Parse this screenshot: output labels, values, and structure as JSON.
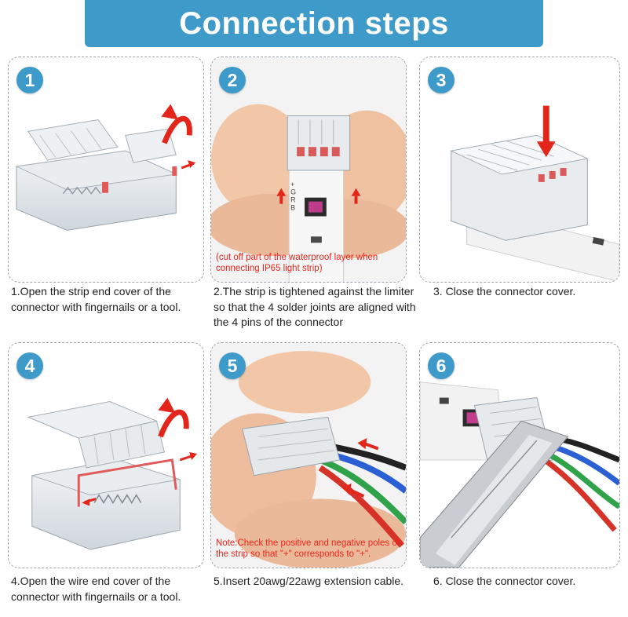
{
  "header": {
    "title": "Connection steps"
  },
  "steps": [
    {
      "number": "1",
      "caption": "1.Open the strip end cover of the connector with fingernails or a tool."
    },
    {
      "number": "2",
      "caption": "2.The strip is tightened against the limiter so that the 4 solder joints are aligned with the 4 pins of the connector",
      "note": "(cut off part of the waterproof layer when connecting IP65 light strip)",
      "pad_labels": [
        "+",
        "G",
        "R",
        "B"
      ]
    },
    {
      "number": "3",
      "caption": "3. Close the connector cover."
    },
    {
      "number": "4",
      "caption": "4.Open the wire end cover of the connector with fingernails or a tool."
    },
    {
      "number": "5",
      "caption": "5.Insert 20awg/22awg extension cable.",
      "note": "Note:Check the positive and negative poles of the strip so that \"+\" corresponds to \"+\"."
    },
    {
      "number": "6",
      "caption": "6. Close the connector cover."
    }
  ],
  "colors": {
    "accent": "#3e9ac9",
    "arrow": "#e8271d",
    "note": "#e8271d"
  }
}
